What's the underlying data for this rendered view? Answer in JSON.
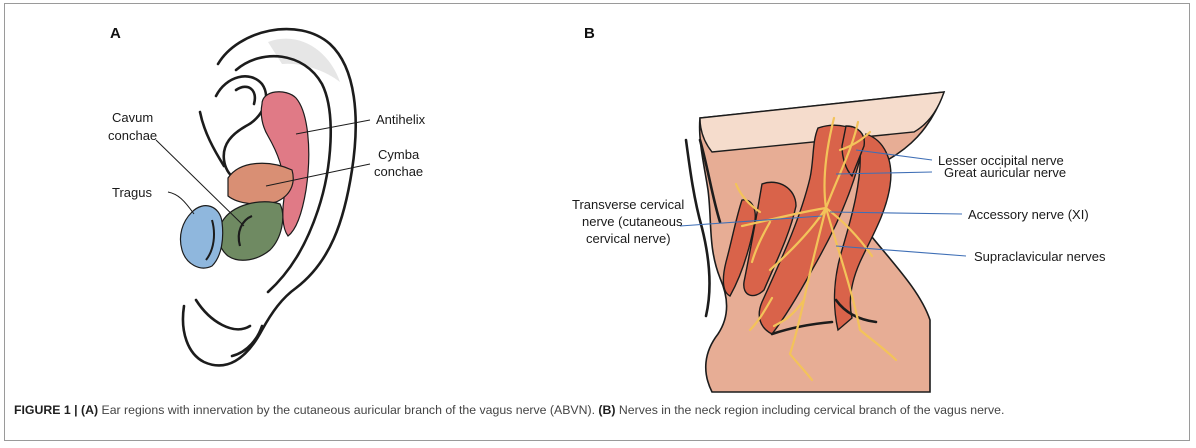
{
  "panel_a": {
    "letter": "A",
    "labels": {
      "cavum_line1": "Cavum",
      "cavum_line2": "conchae",
      "antihelix": "Antihelix",
      "cymba_line1": "Cymba",
      "cymba_line2": "conchae",
      "tragus": "Tragus"
    },
    "region_colors": {
      "antihelix": "#e07a86",
      "cymba_conchae": "#d98f74",
      "cavum_conchae": "#6f8a62",
      "tragus": "#8fb7dd"
    }
  },
  "panel_b": {
    "letter": "B",
    "labels": {
      "lesser_occipital": "Lesser occipital nerve",
      "great_auricular": "Great auricular nerve",
      "transverse_line1": "Transverse cervical",
      "transverse_line2": "nerve (cutaneous",
      "transverse_line3": "cervical nerve)",
      "accessory": "Accessory nerve (XI)",
      "supraclavicular": "Supraclavicular nerves"
    },
    "colors": {
      "muscle": "#d9634a",
      "skin": "#e7ad95",
      "nerve": "#f3c35a",
      "leader": "#3f6fb6"
    }
  },
  "caption": {
    "lead": "FIGURE 1 | ",
    "a_tag": "(A)",
    "a_text": " Ear regions with innervation by the cutaneous auricular branch of the vagus nerve (ABVN). ",
    "b_tag": "(B)",
    "b_text": " Nerves in the neck region including cervical branch of the vagus nerve."
  }
}
